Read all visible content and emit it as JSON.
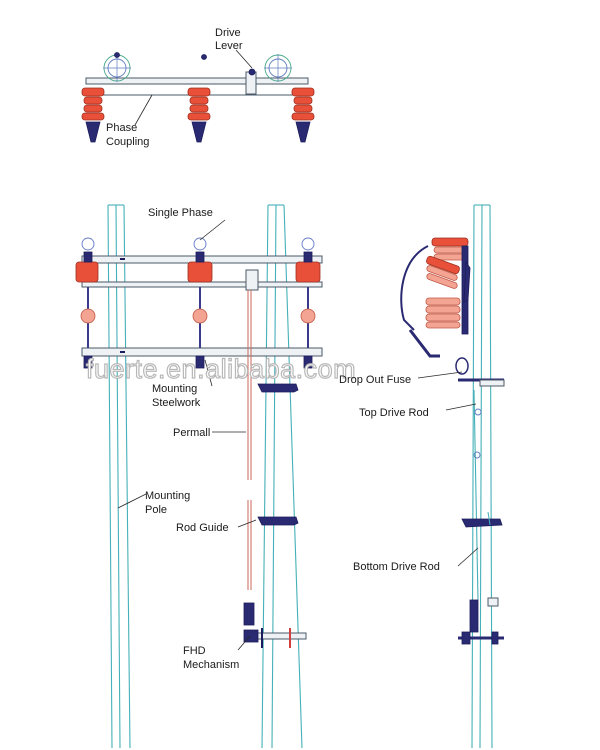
{
  "labels": {
    "drive_lever": [
      "Drive",
      "Lever"
    ],
    "phase_coupling": [
      "Phase",
      "Coupling"
    ],
    "single_phase": "Single Phase",
    "mounting_steelwork": [
      "Mounting",
      "Steelwork"
    ],
    "permall": "Permall",
    "mounting_pole": [
      "Mounting",
      "Pole"
    ],
    "rod_guide": "Rod Guide",
    "fhd_mechanism": [
      "FHD",
      "Mechanism"
    ],
    "drop_out_fuse": "Drop Out Fuse",
    "top_drive_rod": "Top Drive Rod",
    "bottom_drive_rod": "Bottom Drive Rod"
  },
  "watermark": "fuerte.en.alibaba.com",
  "colors": {
    "pole": "#45b0b8",
    "insulator": "#e8503a",
    "insulator_light": "#f3a493",
    "dark_metal": "#2a2a72",
    "rod": "#c86a5a"
  }
}
